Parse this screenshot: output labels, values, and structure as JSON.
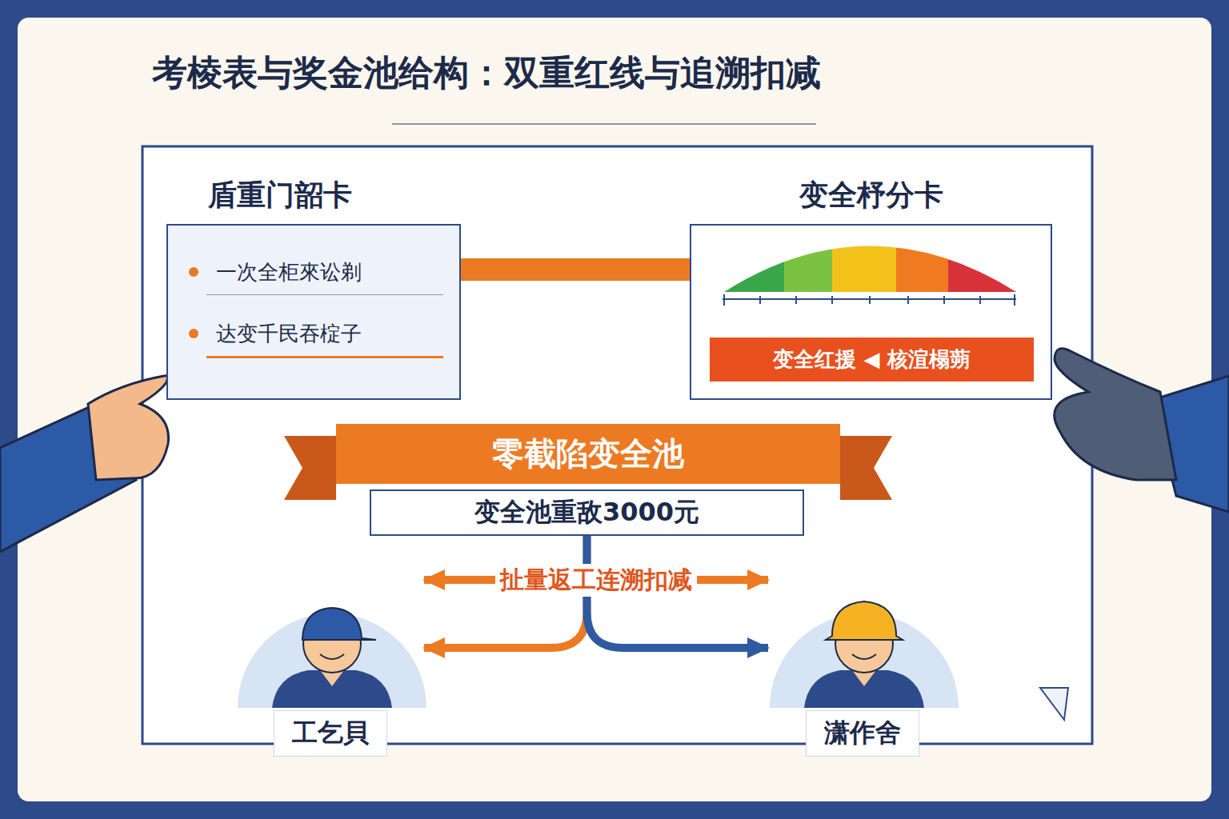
{
  "diagram": {
    "title": "考棱表与奖金池给构：双重红线与追溯扣减",
    "nodes": [
      {
        "text": [
          "盾重门韶卡",
          "一次全柜來讼剃",
          "达变千民吞椗子"
        ]
      },
      {
        "text": [
          "变全杼分卡"
        ]
      },
      {
        "text": [
          "变全红援 ◀ 核渲榻蒴"
        ],
        "in": 1
      },
      {
        "text": [
          "零截陷变全池"
        ]
      },
      {
        "text": [
          "变全池重敌3000元"
        ]
      },
      {
        "text": [
          "工乞貝"
        ]
      },
      {
        "text": [
          "潇作舍"
        ]
      }
    ],
    "edges": [
      {
        "from": 0,
        "to": 1,
        "arrow": "none"
      },
      {
        "from": 5,
        "to": 6,
        "label": "扯量返工连溯扣减",
        "arrow": "both"
      },
      {
        "from": 4,
        "to": 5,
        "arrow": "to"
      },
      {
        "from": 4,
        "to": 6,
        "arrow": "to"
      }
    ]
  }
}
